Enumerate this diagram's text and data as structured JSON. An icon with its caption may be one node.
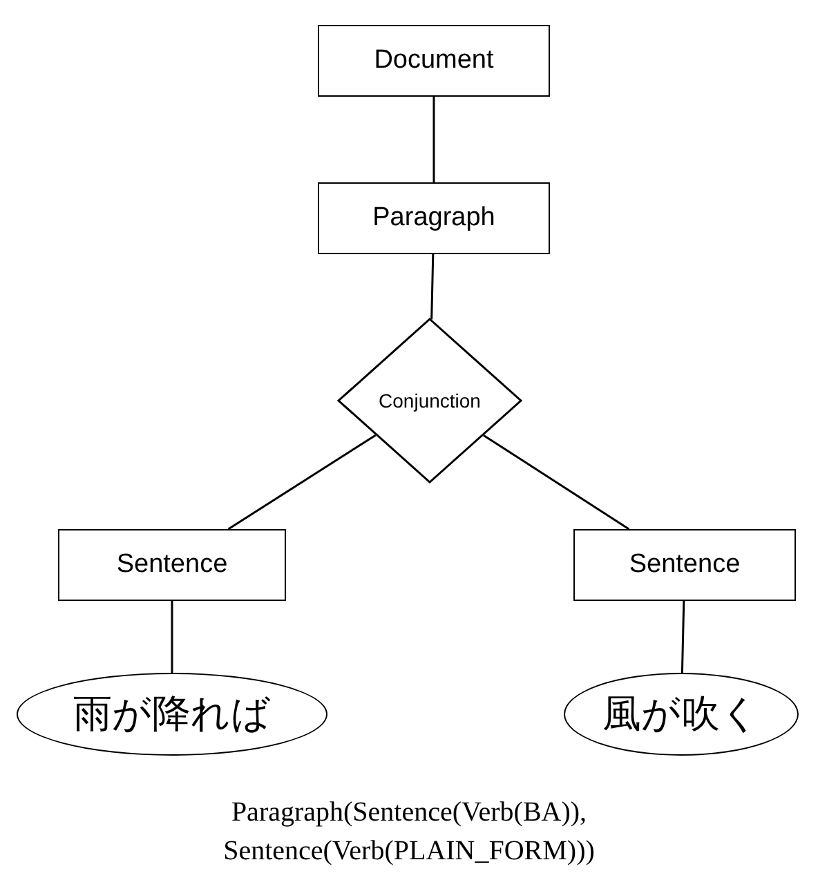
{
  "diagram": {
    "caption": "Paragraph(Sentence(Verb(BA)), Sentence(Verb(PLAIN_FORM)))",
    "nodes": [
      {
        "text": [
          "Document"
        ]
      },
      {
        "text": [
          "Paragraph"
        ]
      },
      {
        "text": [
          "Conjunction"
        ]
      },
      {
        "text": [
          "Sentence"
        ]
      },
      {
        "text": [
          "Sentence"
        ]
      },
      {
        "text": [
          "雨が降れば"
        ]
      },
      {
        "text": [
          "風が吹く"
        ]
      }
    ],
    "edges": [
      {
        "from": 0,
        "to": 1,
        "arrow": "none"
      },
      {
        "from": 1,
        "to": 2,
        "arrow": "none"
      },
      {
        "from": 2,
        "to": 3,
        "arrow": "none"
      },
      {
        "from": 2,
        "to": 4,
        "arrow": "none"
      },
      {
        "from": 3,
        "to": 5,
        "arrow": "none"
      },
      {
        "from": 4,
        "to": 6,
        "arrow": "none"
      }
    ]
  }
}
